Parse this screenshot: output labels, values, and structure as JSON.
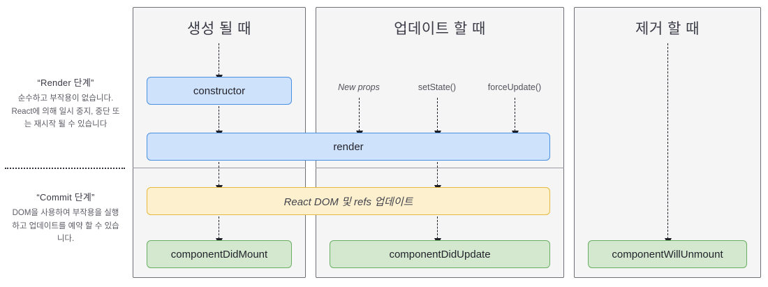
{
  "legend": {
    "render_phase": {
      "title": "“Render 단계”",
      "body": "순수하고 부작용이 없습니다. React에 의해 일시 중지, 중단 또는 재시작 될 수 있습니다"
    },
    "commit_phase": {
      "title": "“Commit 단계”",
      "body": "DOM을 사용하여 부작용을 실행하고 업데이트를 예약 할 수 있습니다."
    }
  },
  "panels": {
    "mounting": {
      "title": "생성 될 때"
    },
    "updating": {
      "title": "업데이트 할 때"
    },
    "unmounting": {
      "title": "제거 할 때"
    }
  },
  "triggers": {
    "new_props": "New props",
    "set_state": "setState()",
    "force_update": "forceUpdate()"
  },
  "nodes": {
    "constructor": "constructor",
    "render": "render",
    "react_dom_refs": "React DOM 및 refs 업데이트",
    "component_did_mount": "componentDidMount",
    "component_did_update": "componentDidUpdate",
    "component_will_unmount": "componentWillUnmount"
  },
  "colors": {
    "blue_fill": "#cfe2fb",
    "blue_border": "#4a90e2",
    "yellow_fill": "#fdf0cf",
    "yellow_border": "#e8b93c",
    "green_fill": "#d3e8ce",
    "green_border": "#6aae63",
    "panel_fill": "#f5f5f5",
    "panel_border": "#6f6f75",
    "arrow": "#1f1f28"
  }
}
